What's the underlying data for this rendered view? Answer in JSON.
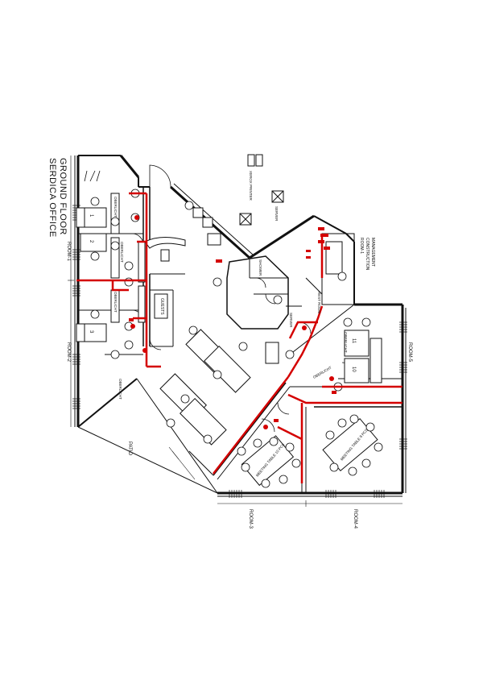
{
  "title": {
    "line1": "SERDICA OFFICE",
    "line2": "GROUND FLOOR"
  },
  "rooms": {
    "room1": "ROOM-1",
    "room2": "ROOM-2",
    "room3": "ROOM-3",
    "room4": "ROOM-4",
    "room5": "ROOM-5",
    "patio": "PATIO",
    "room_construction_line1": "ROOM-1",
    "room_construction_line2": "CONSTRUCTION",
    "room_construction_line3": "MANAGEMENT"
  },
  "labels": {
    "xerox_printer": "XEROX PRINTER",
    "server": "SERVER",
    "shower": "SHOWER",
    "rest_room": "REST ROOM",
    "duct_store": "SERVER",
    "guests": "GUESTS",
    "meeting_table_1": "MEETING TABLE 10 PCS",
    "meeting_table_2": "MEETING TABLE 8 PCS",
    "overlight_1": "OBERLICHT",
    "overlight_2": "OBERLICHT",
    "overlight_3": "OBERLICHT",
    "overlight_4": "OBERLICHT",
    "overlight_5": "OBERLICHT",
    "overlight_6": "OBERLICHT",
    "desk_1": "1",
    "desk_2": "2",
    "desk_3": "3",
    "desk_10": "10",
    "desk_11": "11"
  },
  "colors": {
    "wall": "#111111",
    "cable": "#d40000",
    "background": "#ffffff"
  }
}
